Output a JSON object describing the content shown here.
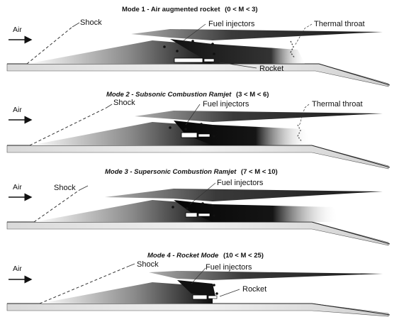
{
  "panels": [
    {
      "title_main": "Mode 1 - Air augmented rocket",
      "title_range": "(0 < M < 3)",
      "air": "Air",
      "shock": "Shock",
      "fuel": "Fuel injectors",
      "throat": "Thermal throat",
      "rocket": "Rocket"
    },
    {
      "title_main": "Mode 2 - Subsonic Combustion Ramjet",
      "title_range": "(3 < M < 6)",
      "air": "Air",
      "shock": "Shock",
      "fuel": "Fuel injectors",
      "throat": "Thermal throat"
    },
    {
      "title_main": "Mode 3 - Supersonic Combustion Ramjet",
      "title_range": "(7 < M < 10)",
      "air": "Air",
      "shock": "Shock",
      "fuel": "Fuel injectors"
    },
    {
      "title_main": "Mode 4 - Rocket Mode",
      "title_range": "(10 < M < 25)",
      "air": "Air",
      "shock": "Shock",
      "fuel": "Fuel injectors",
      "rocket": "Rocket"
    }
  ]
}
